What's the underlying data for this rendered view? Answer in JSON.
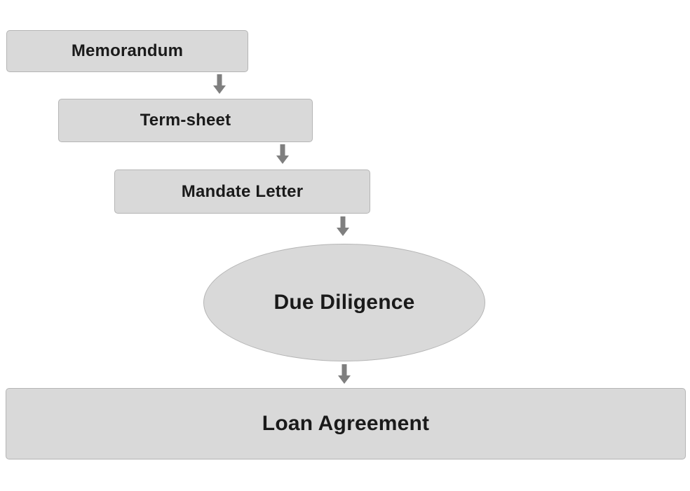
{
  "diagram": {
    "type": "flowchart",
    "direction": "top-down",
    "nodes": [
      {
        "id": "memorandum",
        "label": "Memorandum",
        "shape": "rect"
      },
      {
        "id": "term-sheet",
        "label": "Term-sheet",
        "shape": "rect"
      },
      {
        "id": "mandate-letter",
        "label": "Mandate Letter",
        "shape": "rect"
      },
      {
        "id": "due-diligence",
        "label": "Due Diligence",
        "shape": "ellipse"
      },
      {
        "id": "loan-agreement",
        "label": "Loan Agreement",
        "shape": "rect"
      }
    ],
    "edges": [
      {
        "from": "memorandum",
        "to": "term-sheet",
        "style": "arrow-down"
      },
      {
        "from": "term-sheet",
        "to": "mandate-letter",
        "style": "arrow-down"
      },
      {
        "from": "mandate-letter",
        "to": "due-diligence",
        "style": "arrow-down"
      },
      {
        "from": "due-diligence",
        "to": "loan-agreement",
        "style": "arrow-down"
      }
    ],
    "colors": {
      "background": "#ffffff",
      "node_fill": "#d9d9d9",
      "node_border": "#b5b5b5",
      "arrow": "#7f7f7f",
      "text": "#1a1a1a"
    }
  }
}
